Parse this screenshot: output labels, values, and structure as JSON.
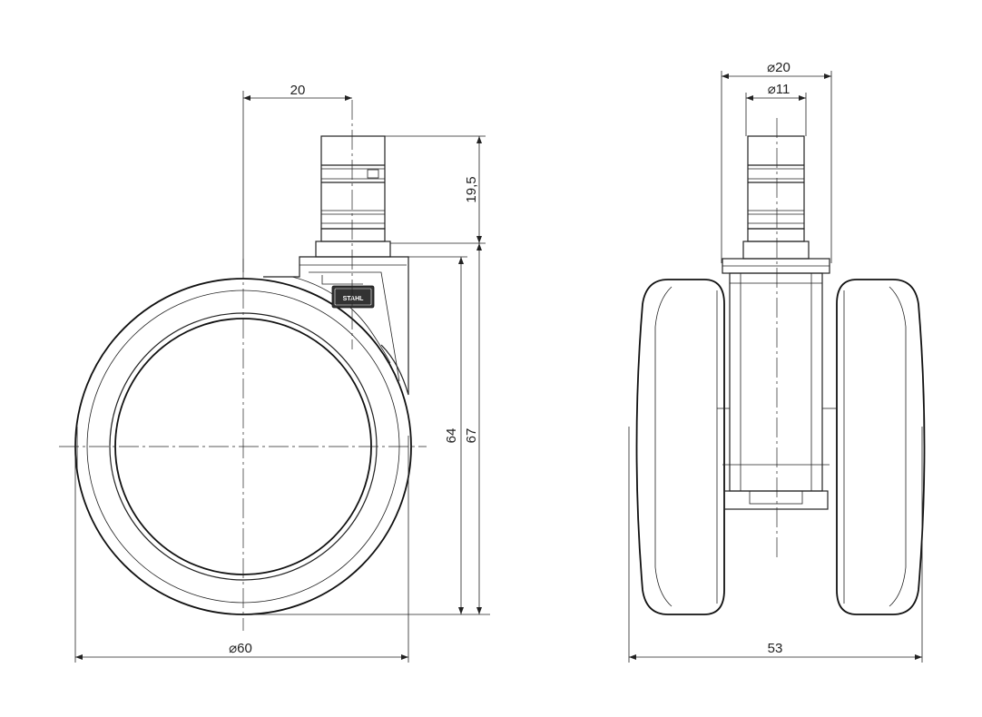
{
  "brand": {
    "logo_text": "STAHL"
  },
  "dimensions": {
    "side_view": {
      "stem_offset": "20",
      "stem_height": "19,5",
      "wheel_diameter": "64",
      "total_height": "67",
      "outer_diameter": "⌀60"
    },
    "front_view": {
      "stem_outer_diameter": "⌀20",
      "stem_inner_diameter": "⌀11",
      "overall_width": "53"
    }
  },
  "colors": {
    "line": "#222222",
    "logo_bg": "#333333",
    "background": "#ffffff"
  }
}
